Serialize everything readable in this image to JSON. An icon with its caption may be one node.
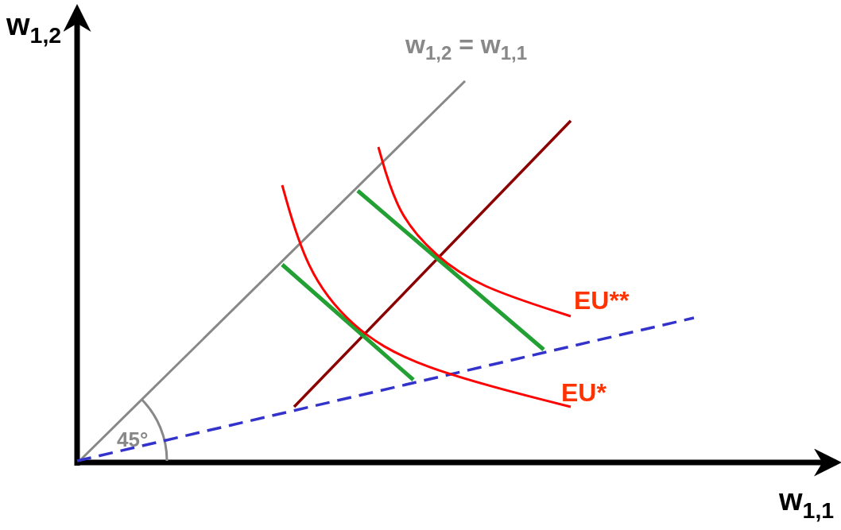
{
  "diagram": {
    "labels": [
      "w$_{1,2}$",
      "w$_{1,2}$ = w$_{1,1}$",
      "45°",
      "EU**",
      "EU*",
      "w$_{1,1}$"
    ]
  }
}
